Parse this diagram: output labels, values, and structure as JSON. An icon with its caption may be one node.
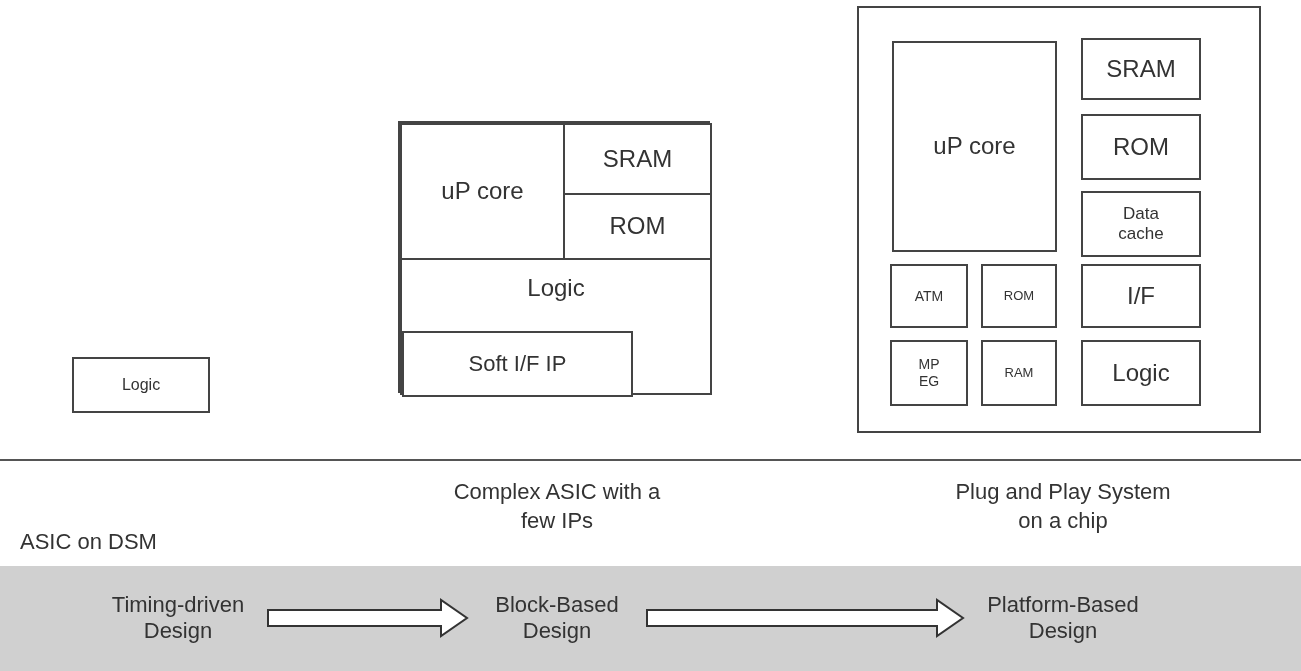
{
  "diagram": {
    "nodes": [
      {
        "text": [
          "Logic"
        ]
      },
      {
        "text": [],
        "shape": "box"
      },
      {
        "text": [
          "uP core"
        ],
        "in": 1
      },
      {
        "text": [
          "SRAM"
        ],
        "in": 1
      },
      {
        "text": [
          "ROM"
        ],
        "in": 1
      },
      {
        "text": [
          "Logic"
        ],
        "in": 1
      },
      {
        "text": [
          "Soft I/F IP"
        ],
        "in": 5
      },
      {
        "text": [],
        "shape": "box"
      },
      {
        "text": [
          "uP core"
        ],
        "in": 7
      },
      {
        "text": [
          "SRAM"
        ],
        "in": 7
      },
      {
        "text": [
          "ROM"
        ],
        "in": 7
      },
      {
        "text": [
          "Data cache"
        ],
        "in": 7
      },
      {
        "text": [
          "ATM"
        ],
        "in": 7
      },
      {
        "text": [
          "ROM"
        ],
        "in": 7
      },
      {
        "text": [
          "I/F"
        ],
        "in": 7
      },
      {
        "text": [
          "MP EG"
        ],
        "in": 7
      },
      {
        "text": [
          "RAM"
        ],
        "in": 7
      },
      {
        "text": [
          "Logic"
        ],
        "in": 7
      },
      {
        "text": [],
        "shape": "bar"
      },
      {
        "text": [
          "Timing-driven Design"
        ],
        "in": 18
      },
      {
        "text": [
          "Block-Based Design"
        ],
        "in": 18
      },
      {
        "text": [
          "Platform-Based Design"
        ],
        "in": 18
      }
    ],
    "edges": [
      {
        "from": 19,
        "to": 20,
        "arrow": "to"
      },
      {
        "from": 20,
        "to": 21,
        "arrow": "to"
      }
    ],
    "labels": [
      "ASIC on DSM",
      "Complex ASIC with a few IPs",
      "Plug and Play System on a chip"
    ]
  }
}
